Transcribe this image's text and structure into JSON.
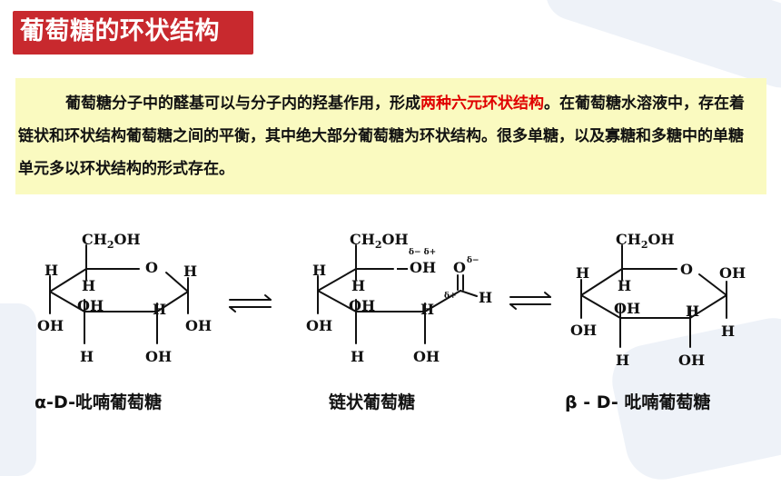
{
  "title": "葡萄糖的环状结构",
  "paragraph": {
    "before": "葡萄糖分子中的醛基可以与分子内的羟基作用，形成",
    "highlight": "两种六元环状结构",
    "after": "。在葡萄糖水溶液中，存在着链状和环状结构葡萄糖之间的平衡，其中绝大部分葡萄糖为环状结构。很多单糖，以及寡糖和多糖中的单糖单元多以环状结构的形式存在。"
  },
  "colors": {
    "title_bg": "#c8292e",
    "highlight": "#e00000",
    "note_bg": "#fafac0"
  },
  "structures": {
    "alpha": {
      "ch2oh": "CH",
      "sub2": "2",
      "oh": "OH",
      "ring_o": "O",
      "h_left": "H",
      "h_c5": "H",
      "h_right": "H",
      "oh_left": "OH",
      "oh_c3": "OH",
      "h_c2": "H",
      "oh_right": "OH",
      "h_bottom": "H",
      "oh_bottom": "OH",
      "caption": "α-D-吡喃葡萄糖"
    },
    "chain": {
      "ch2oh": "CH",
      "sub2": "2",
      "oh": "OH",
      "delta_pair": "δ− δ+",
      "oh_mid": "OH",
      "o_top": "O",
      "delta_minus": "δ−",
      "delta_plus": "δ+",
      "h_ald": "H",
      "h_left": "H",
      "h_c5": "H",
      "oh_c3": "OH",
      "h_c2": "H",
      "oh_left": "OH",
      "h_bottom": "H",
      "oh_bottom": "OH",
      "caption": "链状葡萄糖"
    },
    "beta": {
      "ch2oh": "CH",
      "sub2": "2",
      "oh": "OH",
      "ring_o": "O",
      "h_left": "H",
      "h_c5": "H",
      "oh_right": "OH",
      "oh_left": "OH",
      "oh_c3": "OH",
      "h_c2": "H",
      "h_right": "H",
      "h_bottom": "H",
      "oh_bottom": "OH",
      "caption": "β - D- 吡喃葡萄糖"
    }
  }
}
